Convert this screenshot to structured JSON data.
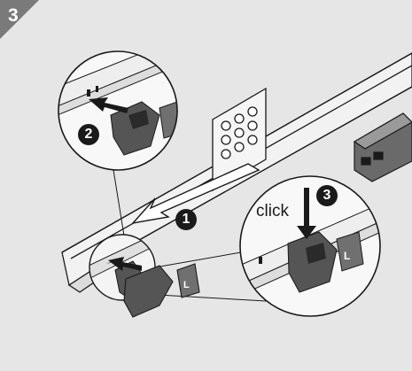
{
  "step": {
    "number": "3"
  },
  "badges": [
    {
      "id": "1",
      "label": "1"
    },
    {
      "id": "2",
      "label": "2"
    },
    {
      "id": "3",
      "label": "3"
    }
  ],
  "callout": {
    "click_label": "click"
  },
  "part_marks": {
    "clip_letter": "L"
  },
  "colors": {
    "background": "#e6e6e6",
    "badge": "#7a7a7a",
    "ink": "#1a1a1a",
    "part": "#555555"
  }
}
